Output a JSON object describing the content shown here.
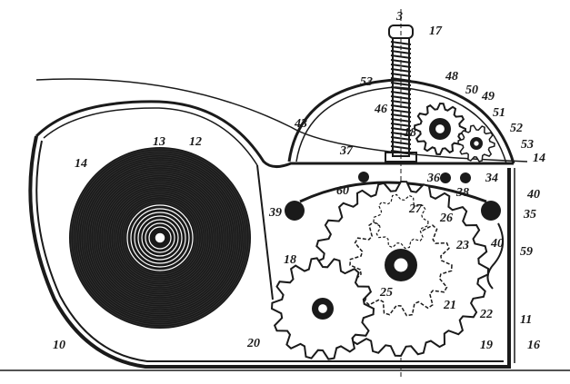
{
  "figure": {
    "labels": [
      {
        "id": "3",
        "text": "3"
      },
      {
        "id": "17",
        "text": "17"
      },
      {
        "id": "53",
        "text": "53"
      },
      {
        "id": "48",
        "text": "48"
      },
      {
        "id": "50",
        "text": "50"
      },
      {
        "id": "49",
        "text": "49"
      },
      {
        "id": "51",
        "text": "51"
      },
      {
        "id": "52",
        "text": "52"
      },
      {
        "id": "53b",
        "text": "53"
      },
      {
        "id": "13",
        "text": "13"
      },
      {
        "id": "12",
        "text": "12"
      },
      {
        "id": "43",
        "text": "43"
      },
      {
        "id": "46",
        "text": "46"
      },
      {
        "id": "18",
        "text": "18"
      },
      {
        "id": "14",
        "text": "14"
      },
      {
        "id": "14b",
        "text": "14"
      },
      {
        "id": "37",
        "text": "37"
      },
      {
        "id": "36",
        "text": "36"
      },
      {
        "id": "38",
        "text": "38"
      },
      {
        "id": "34",
        "text": "34"
      },
      {
        "id": "40",
        "text": "40"
      },
      {
        "id": "39",
        "text": "39"
      },
      {
        "id": "60",
        "text": "60"
      },
      {
        "id": "35",
        "text": "35"
      },
      {
        "id": "26",
        "text": "26"
      },
      {
        "id": "27",
        "text": "27"
      },
      {
        "id": "23",
        "text": "23"
      },
      {
        "id": "40b",
        "text": "40"
      },
      {
        "id": "59",
        "text": "59"
      },
      {
        "id": "18b",
        "text": "18"
      },
      {
        "id": "25",
        "text": "25"
      },
      {
        "id": "21",
        "text": "21"
      },
      {
        "id": "22",
        "text": "22"
      },
      {
        "id": "11",
        "text": "11"
      },
      {
        "id": "10",
        "text": "10"
      },
      {
        "id": "20",
        "text": "20"
      },
      {
        "id": "19",
        "text": "19"
      },
      {
        "id": "16",
        "text": "16"
      }
    ]
  }
}
